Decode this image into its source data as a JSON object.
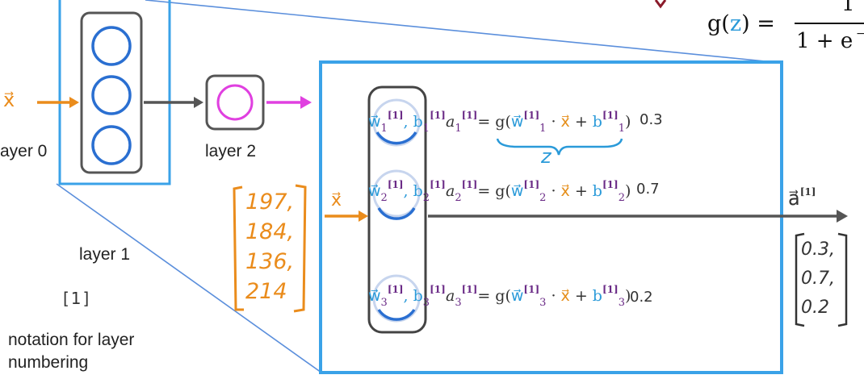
{
  "formula": {
    "lhs_g": "g",
    "lhs_open": "(",
    "lhs_z": "z",
    "lhs_close": ") =",
    "numerator": "1",
    "denominator": "1 + e"
  },
  "input_label": "x⃗",
  "layers": {
    "layer0": "ayer 0",
    "layer1": "layer 1",
    "layer2": "layer 2",
    "bracket_notation": "[1]",
    "notation_line1": "notation for layer",
    "notation_line2": "numbering"
  },
  "handwritten_input": {
    "values": [
      "197,",
      "184,",
      "136,",
      "214"
    ]
  },
  "neurons": [
    {
      "params": [
        "w⃗",
        "1",
        "[1]",
        ", b",
        "1",
        "[1]"
      ],
      "activation": [
        "a",
        "1",
        "[1]"
      ],
      "equation": [
        "= g(",
        "w⃗",
        "[1]",
        "1",
        " · ",
        "x⃗",
        " + ",
        "b",
        "[1]",
        "1",
        ")"
      ],
      "value": "0.3"
    },
    {
      "params": [
        "w⃗",
        "2",
        "[1]",
        ", b",
        "2",
        "[1]"
      ],
      "activation": [
        "a",
        "2",
        "[1]"
      ],
      "equation": [
        "= g(",
        "w⃗",
        "[1]",
        "2",
        " · ",
        "x⃗",
        " + ",
        "b",
        "[1]",
        "2",
        ")"
      ],
      "value": "0.7"
    },
    {
      "params": [
        "w⃗",
        "3",
        "[1]",
        ", b",
        "3",
        "[1]"
      ],
      "activation": [
        "a",
        "3",
        "[1]"
      ],
      "equation": [
        "= g(",
        "w⃗",
        "[1]",
        "3",
        " · ",
        "x⃗",
        " + ",
        "b",
        "[1]",
        "3",
        ")"
      ],
      "value": "0.2"
    }
  ],
  "z_label": "z",
  "output": {
    "label": "a⃗",
    "superscript": "[1]",
    "vector": [
      "0.3,",
      "0.7,",
      "0.2"
    ]
  },
  "colors": {
    "network_blue": "#2a6fd1",
    "frame_blue": "#3aa2e8",
    "orange": "#ea8c1c",
    "magenta": "#e040e0",
    "handwritten_blue": "#2a9ad9",
    "purple": "#6a2a86"
  }
}
